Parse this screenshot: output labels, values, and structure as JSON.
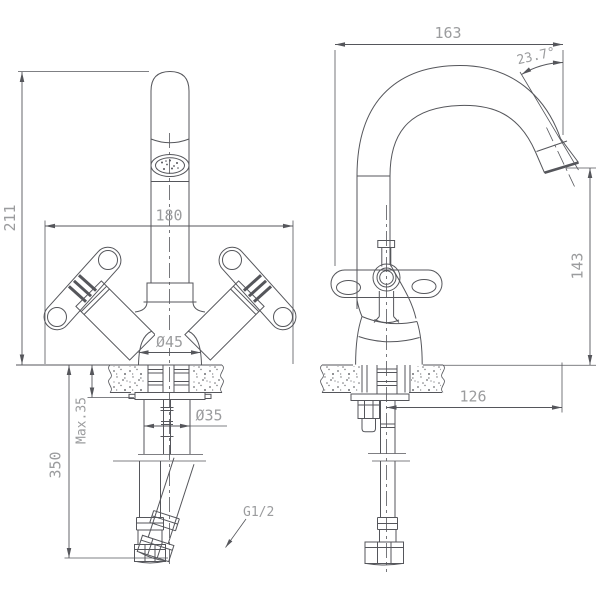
{
  "colors": {
    "background": "#ffffff",
    "line": "#55565b",
    "text": "#9b9c9e"
  },
  "front_view": {
    "dims": {
      "height": "211",
      "width": "180",
      "base_diameter": "Ø45",
      "max_mount_thickness": "Max.35",
      "hole_diameter": "Ø35",
      "hose_length": "350",
      "thread": "G1/2"
    }
  },
  "side_view": {
    "dims": {
      "reach": "163",
      "spout_angle": "23.7°",
      "outlet_height": "143",
      "outlet_reach": "126"
    }
  }
}
